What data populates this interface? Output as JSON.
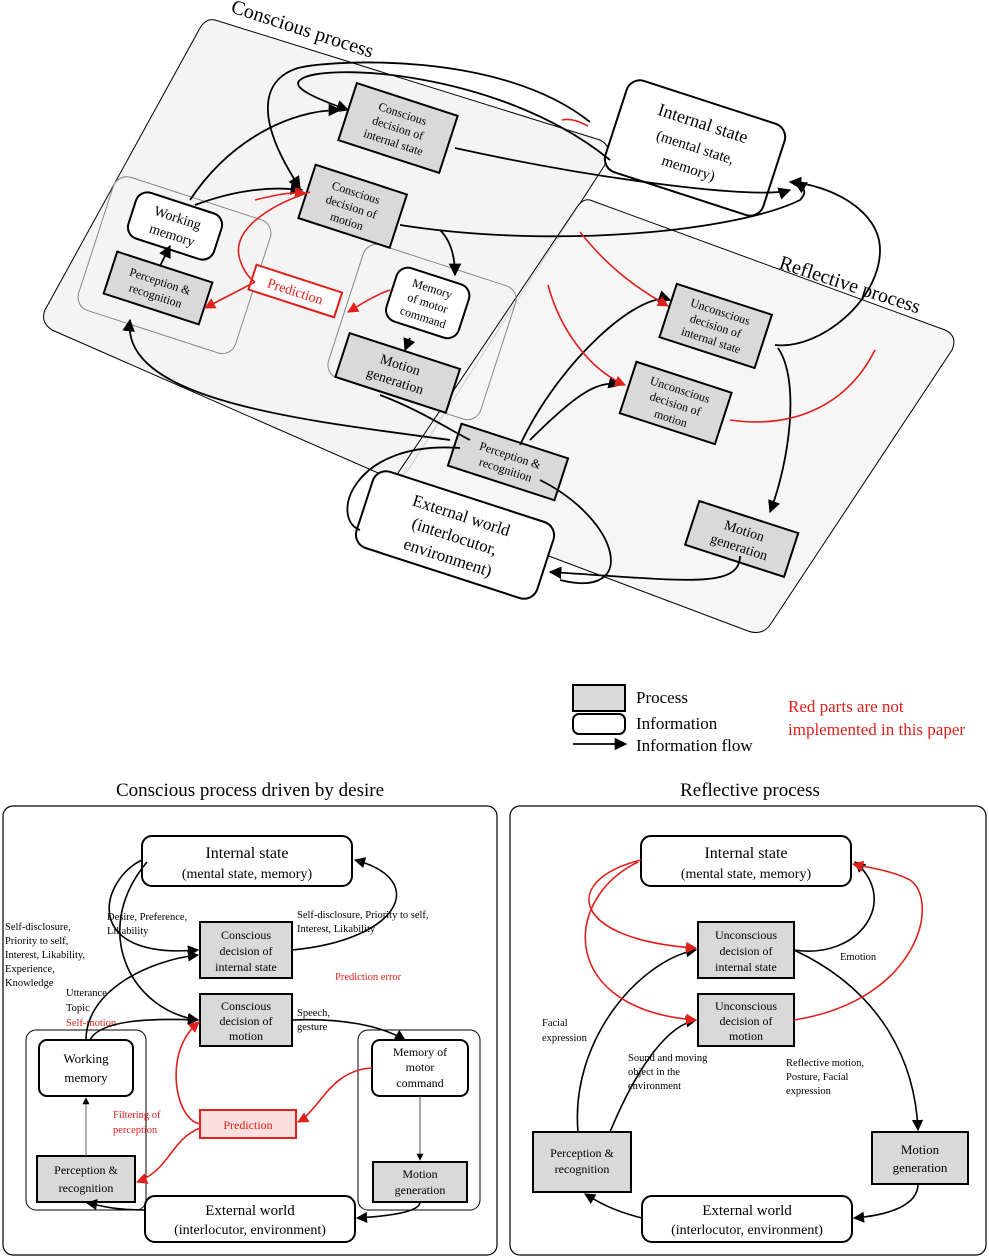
{
  "top": {
    "panel_conscious_title": "Conscious process",
    "panel_reflective_title": "Reflective process",
    "internal_state": [
      "Internal state",
      "(mental state,",
      "memory)"
    ],
    "conscious_decision_internal": [
      "Conscious",
      "decision of",
      "internal state"
    ],
    "conscious_decision_motion": [
      "Conscious",
      "decision of",
      "motion"
    ],
    "working_memory": [
      "Working",
      "memory"
    ],
    "perception_recognition": [
      "Perception &",
      "recognition"
    ],
    "prediction": "Prediction",
    "memory_motor": [
      "Memory",
      "of motor",
      "command"
    ],
    "motion_generation": [
      "Motion",
      "generation"
    ],
    "unconscious_decision_internal": [
      "Unconscious",
      "decision of",
      "internal state"
    ],
    "unconscious_decision_motion": [
      "Unconscious",
      "decision of",
      "motion"
    ],
    "reflective_perception": [
      "Perception &",
      "recognition"
    ],
    "external_world": [
      "External world",
      "(interlocutor,",
      "environment)"
    ],
    "reflective_motion_generation": [
      "Motion",
      "generation"
    ]
  },
  "legend": {
    "process": "Process",
    "information": "Information",
    "flow": "Information flow",
    "note": [
      "Red parts are not",
      "implemented in this paper"
    ]
  },
  "bottom_left": {
    "title": "Conscious process driven by desire",
    "internal_state": [
      "Internal state",
      "(mental state, memory)"
    ],
    "conscious_decision_internal": [
      "Conscious",
      "decision of",
      "internal state"
    ],
    "conscious_decision_motion": [
      "Conscious",
      "decision of",
      "motion"
    ],
    "working_memory": [
      "Working",
      "memory"
    ],
    "perception_recognition": [
      "Perception &",
      "recognition"
    ],
    "prediction": "Prediction",
    "memory_motor": [
      "Memory of",
      "motor",
      "command"
    ],
    "motion_generation": [
      "Motion",
      "generation"
    ],
    "external_world": [
      "External world",
      "(interlocutor, environment)"
    ],
    "label_self_disclosure_left": [
      "Self-disclosure,",
      "Priority to self,",
      "Interest, Likability,",
      "Experience,",
      "Knowledge"
    ],
    "label_desire": [
      "Desire, Preference,",
      "Likability"
    ],
    "label_self_disclosure_right": [
      "Self-disclosure, Priority to self,",
      "Interest, Likability"
    ],
    "label_prediction_error": "Prediction error",
    "label_utterance": [
      "Utterance",
      "Topic"
    ],
    "label_self_motion": "Self-motion",
    "label_speech": [
      "Speech,",
      "gesture"
    ],
    "label_filtering": [
      "Filtering of",
      "perception"
    ]
  },
  "bottom_right": {
    "title": "Reflective process",
    "internal_state": [
      "Internal state",
      "(mental state, memory)"
    ],
    "unconscious_decision_internal": [
      "Unconscious",
      "decision of",
      "internal state"
    ],
    "unconscious_decision_motion": [
      "Unconscious",
      "decision of",
      "motion"
    ],
    "perception_recognition": [
      "Perception &",
      "recognition"
    ],
    "motion_generation": [
      "Motion",
      "generation"
    ],
    "external_world": [
      "External world",
      "(interlocutor, environment)"
    ],
    "label_emotion": "Emotion",
    "label_facial": [
      "Facial",
      "expression"
    ],
    "label_sound": [
      "Sound and moving",
      "object in the",
      "environment"
    ],
    "label_reflective_motion": [
      "Reflective motion,",
      "Posture, Facial",
      "expression"
    ]
  },
  "colors": {
    "red": "#e0201b",
    "process_fill": "#d9d9d9",
    "panel_fill": "#f5f5f5"
  }
}
